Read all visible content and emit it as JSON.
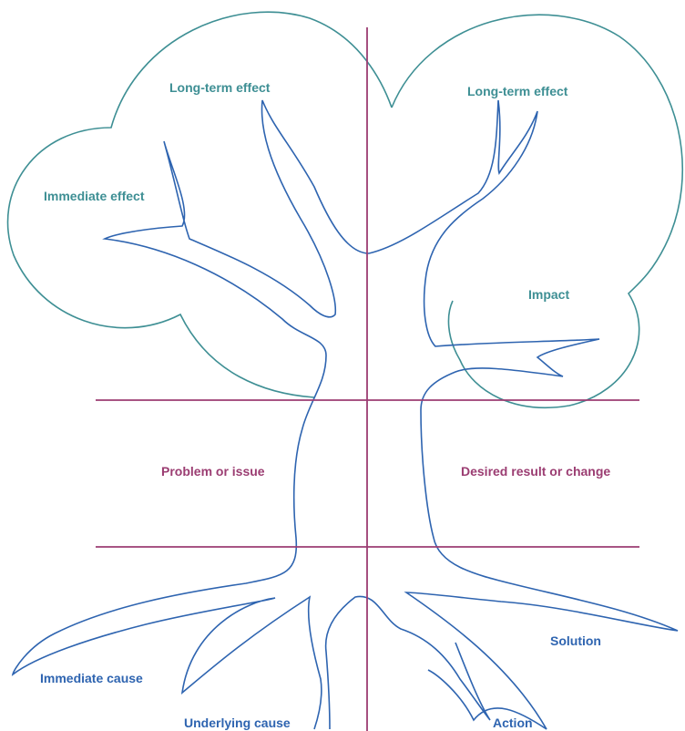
{
  "labels": {
    "long_term_effect_left": "Long-term effect",
    "long_term_effect_right": "Long-term effect",
    "immediate_effect": "Immediate effect",
    "impact": "Impact",
    "problem_or_issue": "Problem or issue",
    "desired_result": "Desired result or change",
    "solution": "Solution",
    "immediate_cause": "Immediate cause",
    "underlying_cause": "Underlying cause",
    "action": "Action"
  },
  "colors": {
    "canopy": "#3e8f94",
    "trunk": "#2e64b0",
    "divider": "#9b3d72",
    "effect_text": "#3e8f94",
    "cause_text": "#2e64b0",
    "problem_text": "#9b3d72"
  }
}
